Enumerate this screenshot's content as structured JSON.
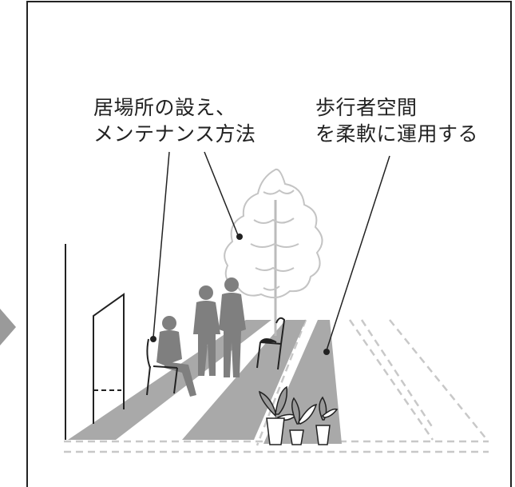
{
  "labels": {
    "left": {
      "line1": "居場所の設え、",
      "line2": "メンテナンス方法"
    },
    "right": {
      "line1": "歩行者空間",
      "line2": "を柔軟に運用する"
    }
  },
  "colors": {
    "frame": "#222222",
    "arrow": "#9a9a9a",
    "path_gray": "#a9a9a9",
    "silhouette": "#7f7f7f",
    "dashed": "#c8c8c8",
    "tree": "#cfcfcf"
  }
}
